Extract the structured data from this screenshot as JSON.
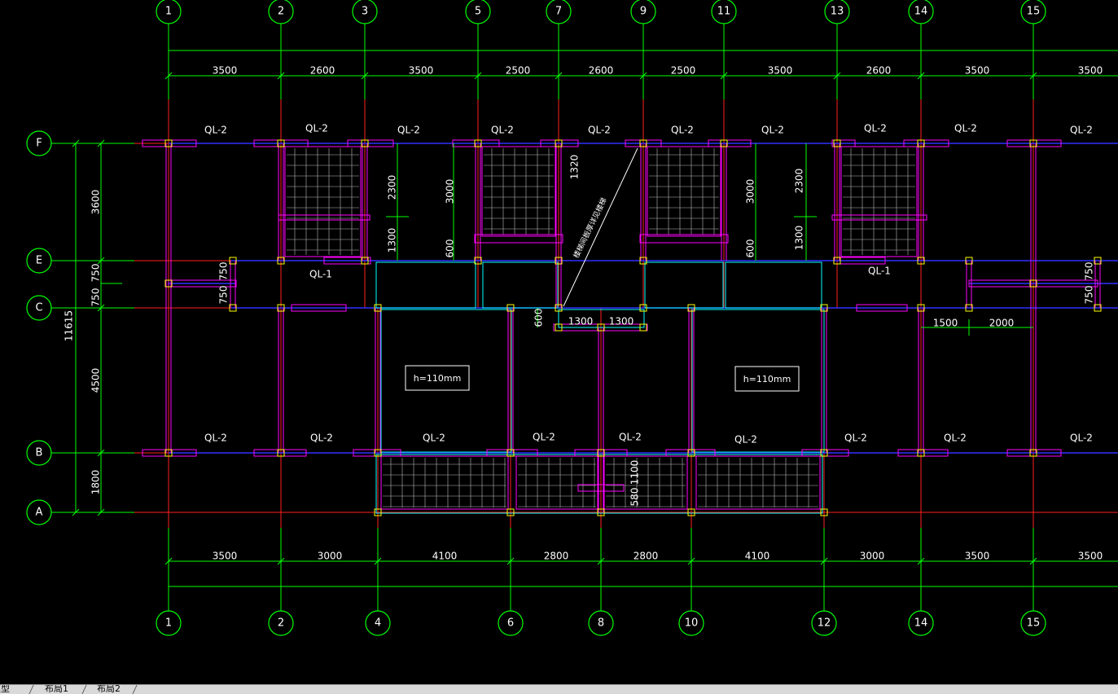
{
  "drawing": {
    "axes_top": [
      "1",
      "2",
      "3",
      "5",
      "7",
      "9",
      "11",
      "13",
      "14",
      "15"
    ],
    "axes_bottom": [
      "1",
      "2",
      "4",
      "6",
      "8",
      "10",
      "12",
      "14",
      "15"
    ],
    "axes_left": [
      "F",
      "E",
      "C",
      "B",
      "A"
    ],
    "dims_top": [
      "3500",
      "2600",
      "3500",
      "2500",
      "2600",
      "2500",
      "3500",
      "2600",
      "3500",
      "3500"
    ],
    "dims_bottom": [
      "3500",
      "3000",
      "4100",
      "2800",
      "2800",
      "4100",
      "3000",
      "3500",
      "3500"
    ],
    "dims_left": [
      "3600",
      "750",
      "750",
      "4500",
      "1800"
    ],
    "dim_left_total": "11615",
    "beam_labels_top": [
      "QL-2",
      "QL-2",
      "QL-2",
      "QL-2",
      "QL-2",
      "QL-2",
      "QL-2",
      "QL-2",
      "QL-2",
      "QL-2"
    ],
    "beam_labels_bottom": [
      "QL-2",
      "QL-2",
      "QL-2",
      "QL-2",
      "QL-2",
      "QL-2",
      "QL-2",
      "QL-2",
      "QL-2"
    ],
    "beam_labels_mid": [
      "QL-1",
      "QL-1"
    ],
    "dims_vertical_inner": [
      "2300",
      "1300",
      "3000",
      "600",
      "1320",
      "3000",
      "600",
      "2300",
      "1300",
      "750",
      "750",
      "750",
      "750",
      "600",
      "1100",
      "580"
    ],
    "dims_horizontal_inner": [
      "1300",
      "1300",
      "1500",
      "2000"
    ],
    "slab_notes": [
      "h=110mm",
      "h=110mm"
    ],
    "leader_note": "楼梯间板厚详见楼梯",
    "colors": {
      "axis": "#ff2020",
      "grid": "#00ff00",
      "wall": "#ff00ff",
      "beam": "#3030ff",
      "column": "#ffff00",
      "room": "#00ffff",
      "text": "#ffffff"
    }
  },
  "tabs": [
    "模型",
    "布局1",
    "布局2"
  ]
}
